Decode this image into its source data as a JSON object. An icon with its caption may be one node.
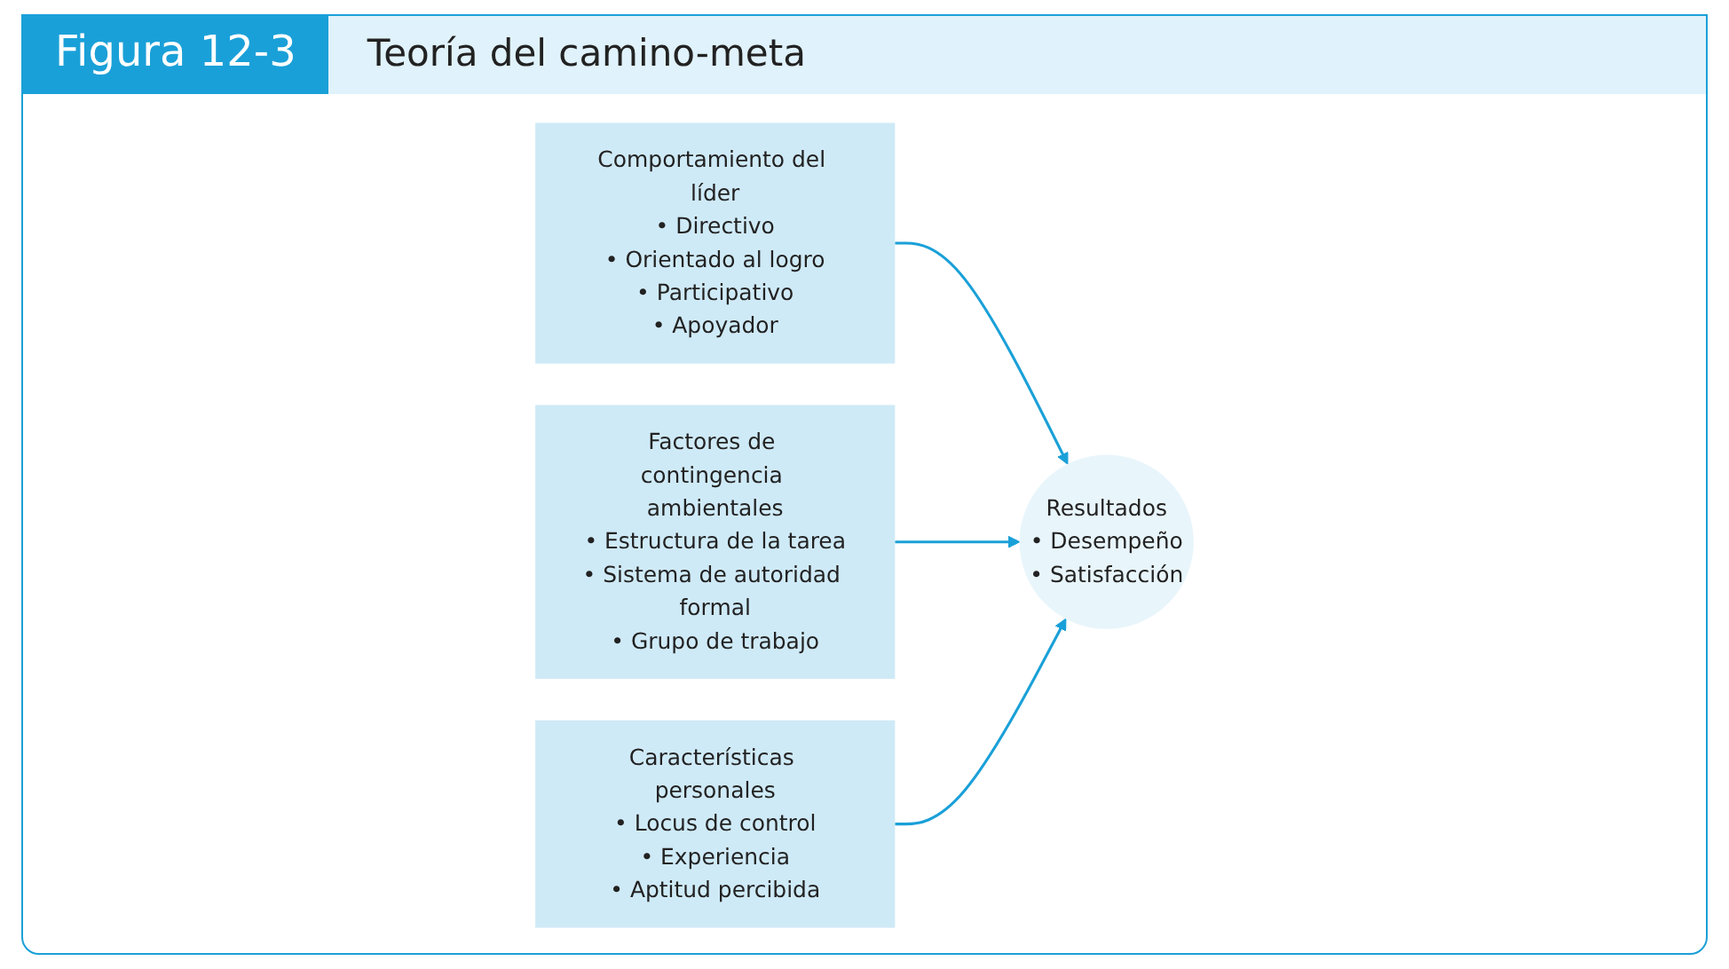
{
  "diagram": {
    "title": "Teoría del camino-meta",
    "nodes": [
      {
        "text": [
          "Comportamiento del líder",
          "• Directivo",
          "• Orientado al logro",
          "• Participativo",
          "• Apoyador"
        ]
      },
      {
        "text": [
          "Factores de contingencia ambientales",
          "• Estructura de la tarea",
          "• Sistema de autoridad formal",
          "• Grupo de trabajo"
        ]
      },
      {
        "text": [
          "Características personales",
          "• Locus de control",
          "• Experiencia",
          "• Aptitud percibida"
        ]
      },
      {
        "text": [
          "Resultados",
          "• Desempeño",
          "• Satisfacción"
        ]
      }
    ],
    "edges": [
      {
        "from": 0,
        "to": 3,
        "arrow": "to"
      },
      {
        "from": 1,
        "to": 3,
        "arrow": "to"
      },
      {
        "from": 2,
        "to": 3,
        "arrow": "to"
      }
    ],
    "labels": [
      "Figura 12-3"
    ]
  }
}
